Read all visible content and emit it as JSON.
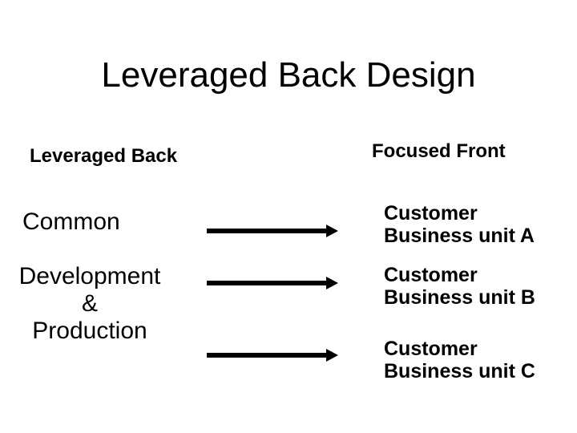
{
  "slide": {
    "title": "Leveraged Back Design",
    "left_column": {
      "header": "Leveraged Back",
      "item1": "Common",
      "item2_line1": "Development",
      "item2_line2": "&",
      "item2_line3": "Production"
    },
    "right_column": {
      "header": "Focused Front",
      "units": [
        {
          "line1": "Customer",
          "line2": "Business unit A"
        },
        {
          "line1": "Customer",
          "line2": "Business unit B"
        },
        {
          "line1": "Customer",
          "line2": "Business unit C"
        }
      ]
    },
    "arrows": [
      {
        "from": "Leveraged Back",
        "to": "Customer Business unit A"
      },
      {
        "from": "Leveraged Back",
        "to": "Customer Business unit B"
      },
      {
        "from": "Leveraged Back",
        "to": "Customer Business unit C"
      }
    ],
    "colors": {
      "background": "#ffffff",
      "text": "#000000",
      "arrow": "#000000"
    }
  }
}
